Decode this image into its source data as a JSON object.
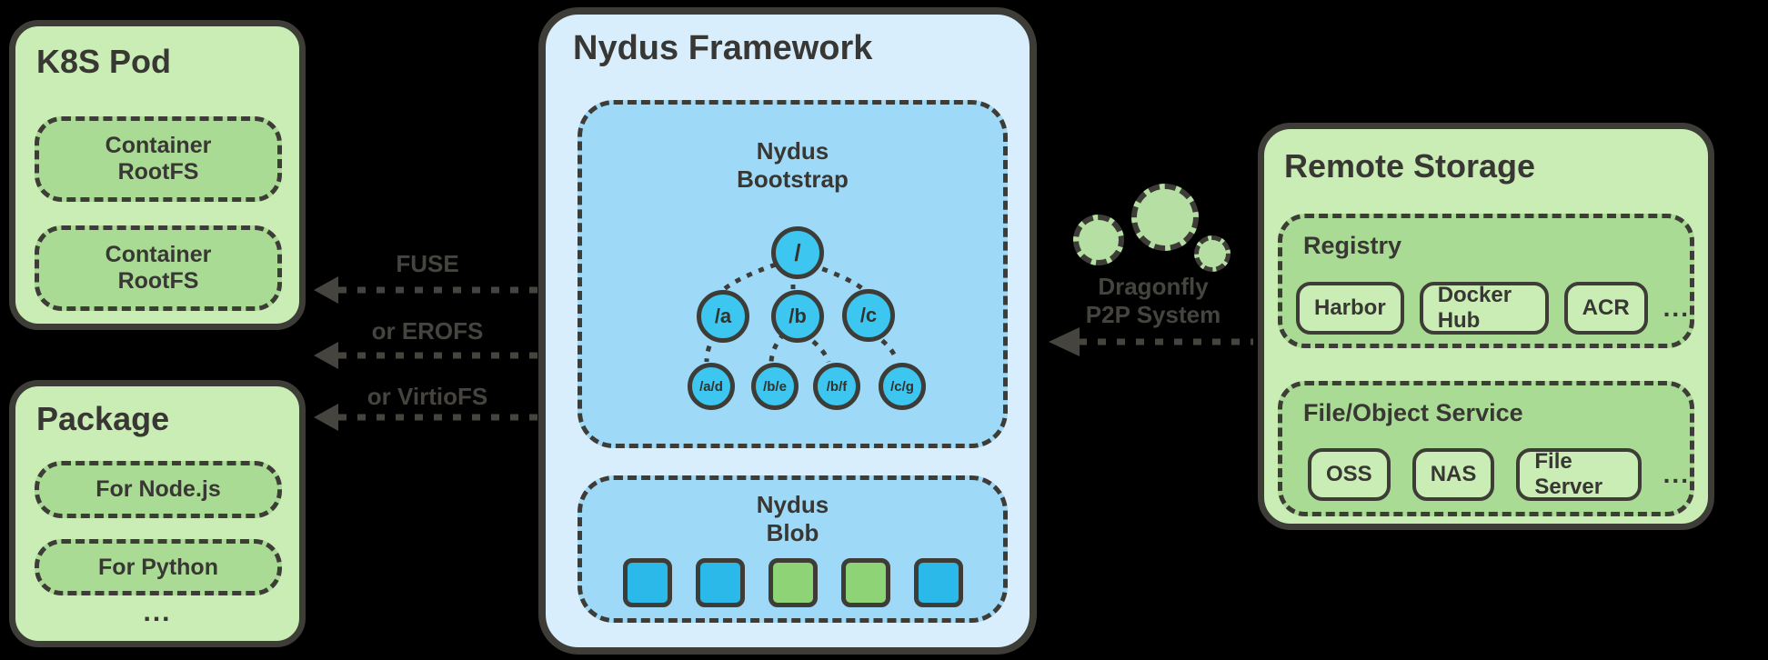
{
  "k8s_pod": {
    "title": "K8S Pod",
    "containers": [
      "Container\nRootFS",
      "Container\nRootFS"
    ]
  },
  "package": {
    "title": "Package",
    "items": [
      "For Node.js",
      "For Python"
    ],
    "more": "..."
  },
  "framework": {
    "title": "Nydus Framework",
    "bootstrap": {
      "title": "Nydus\nBootstrap",
      "nodes": [
        "/",
        "/a",
        "/b",
        "/c",
        "/a/d",
        "/b/e",
        "/b/f",
        "/c/g"
      ],
      "edges": [
        [
          "/",
          "/a"
        ],
        [
          "/",
          "/b"
        ],
        [
          "/",
          "/c"
        ],
        [
          "/a",
          "/a/d"
        ],
        [
          "/b",
          "/b/e"
        ],
        [
          "/b",
          "/b/f"
        ],
        [
          "/c",
          "/c/g"
        ]
      ]
    },
    "blob": {
      "title": "Nydus\nBlob",
      "chunk_colors": [
        "#2ab9e9",
        "#2ab9e9",
        "#8fd377",
        "#8fd377",
        "#2ab9e9"
      ]
    }
  },
  "mount_labels": [
    "FUSE",
    "or EROFS",
    "or VirtioFS"
  ],
  "dragonfly": {
    "label": "Dragonfly\nP2P System"
  },
  "remote_storage": {
    "title": "Remote Storage",
    "registry": {
      "title": "Registry",
      "items": [
        "Harbor",
        "Docker Hub",
        "ACR"
      ],
      "more": "..."
    },
    "file_object_service": {
      "title": "File/Object Service",
      "items": [
        "OSS",
        "NAS",
        "File Server"
      ],
      "more": "..."
    }
  },
  "colors": {
    "background": "#000000",
    "green_light": "#c9edb4",
    "green_medium": "#aadb95",
    "blue_light": "#d8eefc",
    "blue_medium": "#9edaf7",
    "node_blue": "#3cc6f0",
    "chunk_blue": "#2ab9e9",
    "chunk_green": "#8fd377",
    "border_dark": "#3d3c37",
    "label_gray": "#45443e"
  }
}
